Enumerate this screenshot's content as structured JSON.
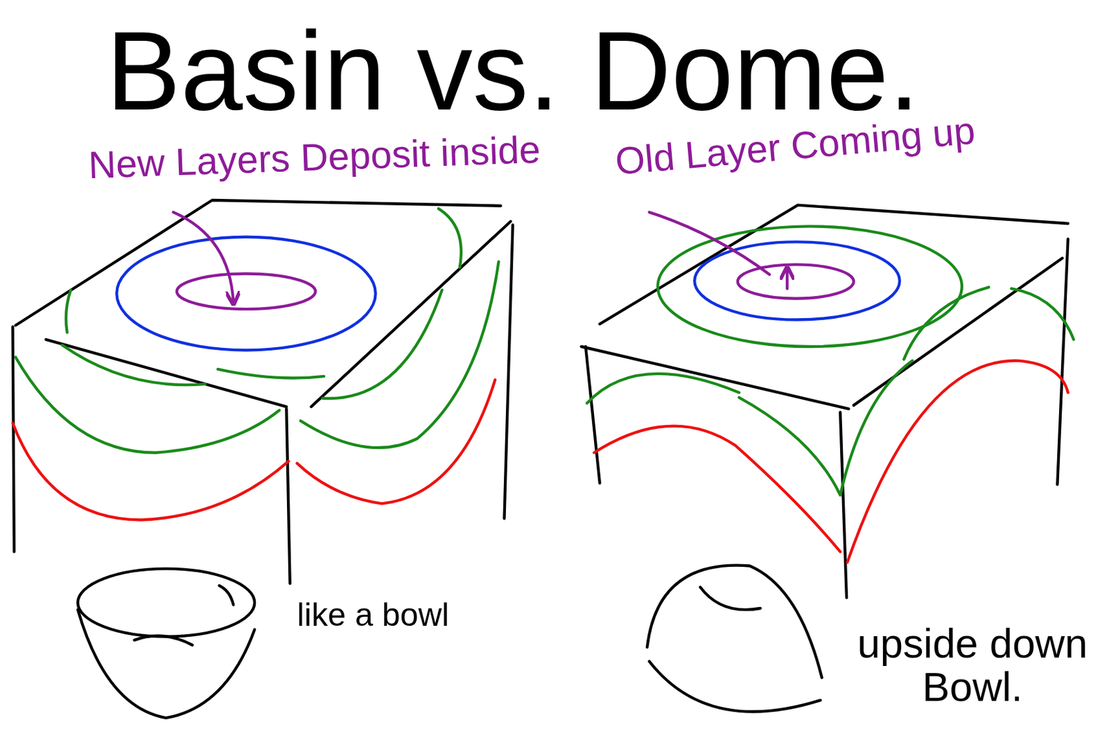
{
  "diagram": {
    "title": "Basin vs. Dome.",
    "labels": [
      "New Layers Deposit inside",
      "Old Layer Coming up",
      "like a bowl",
      "upside down Bowl."
    ]
  }
}
